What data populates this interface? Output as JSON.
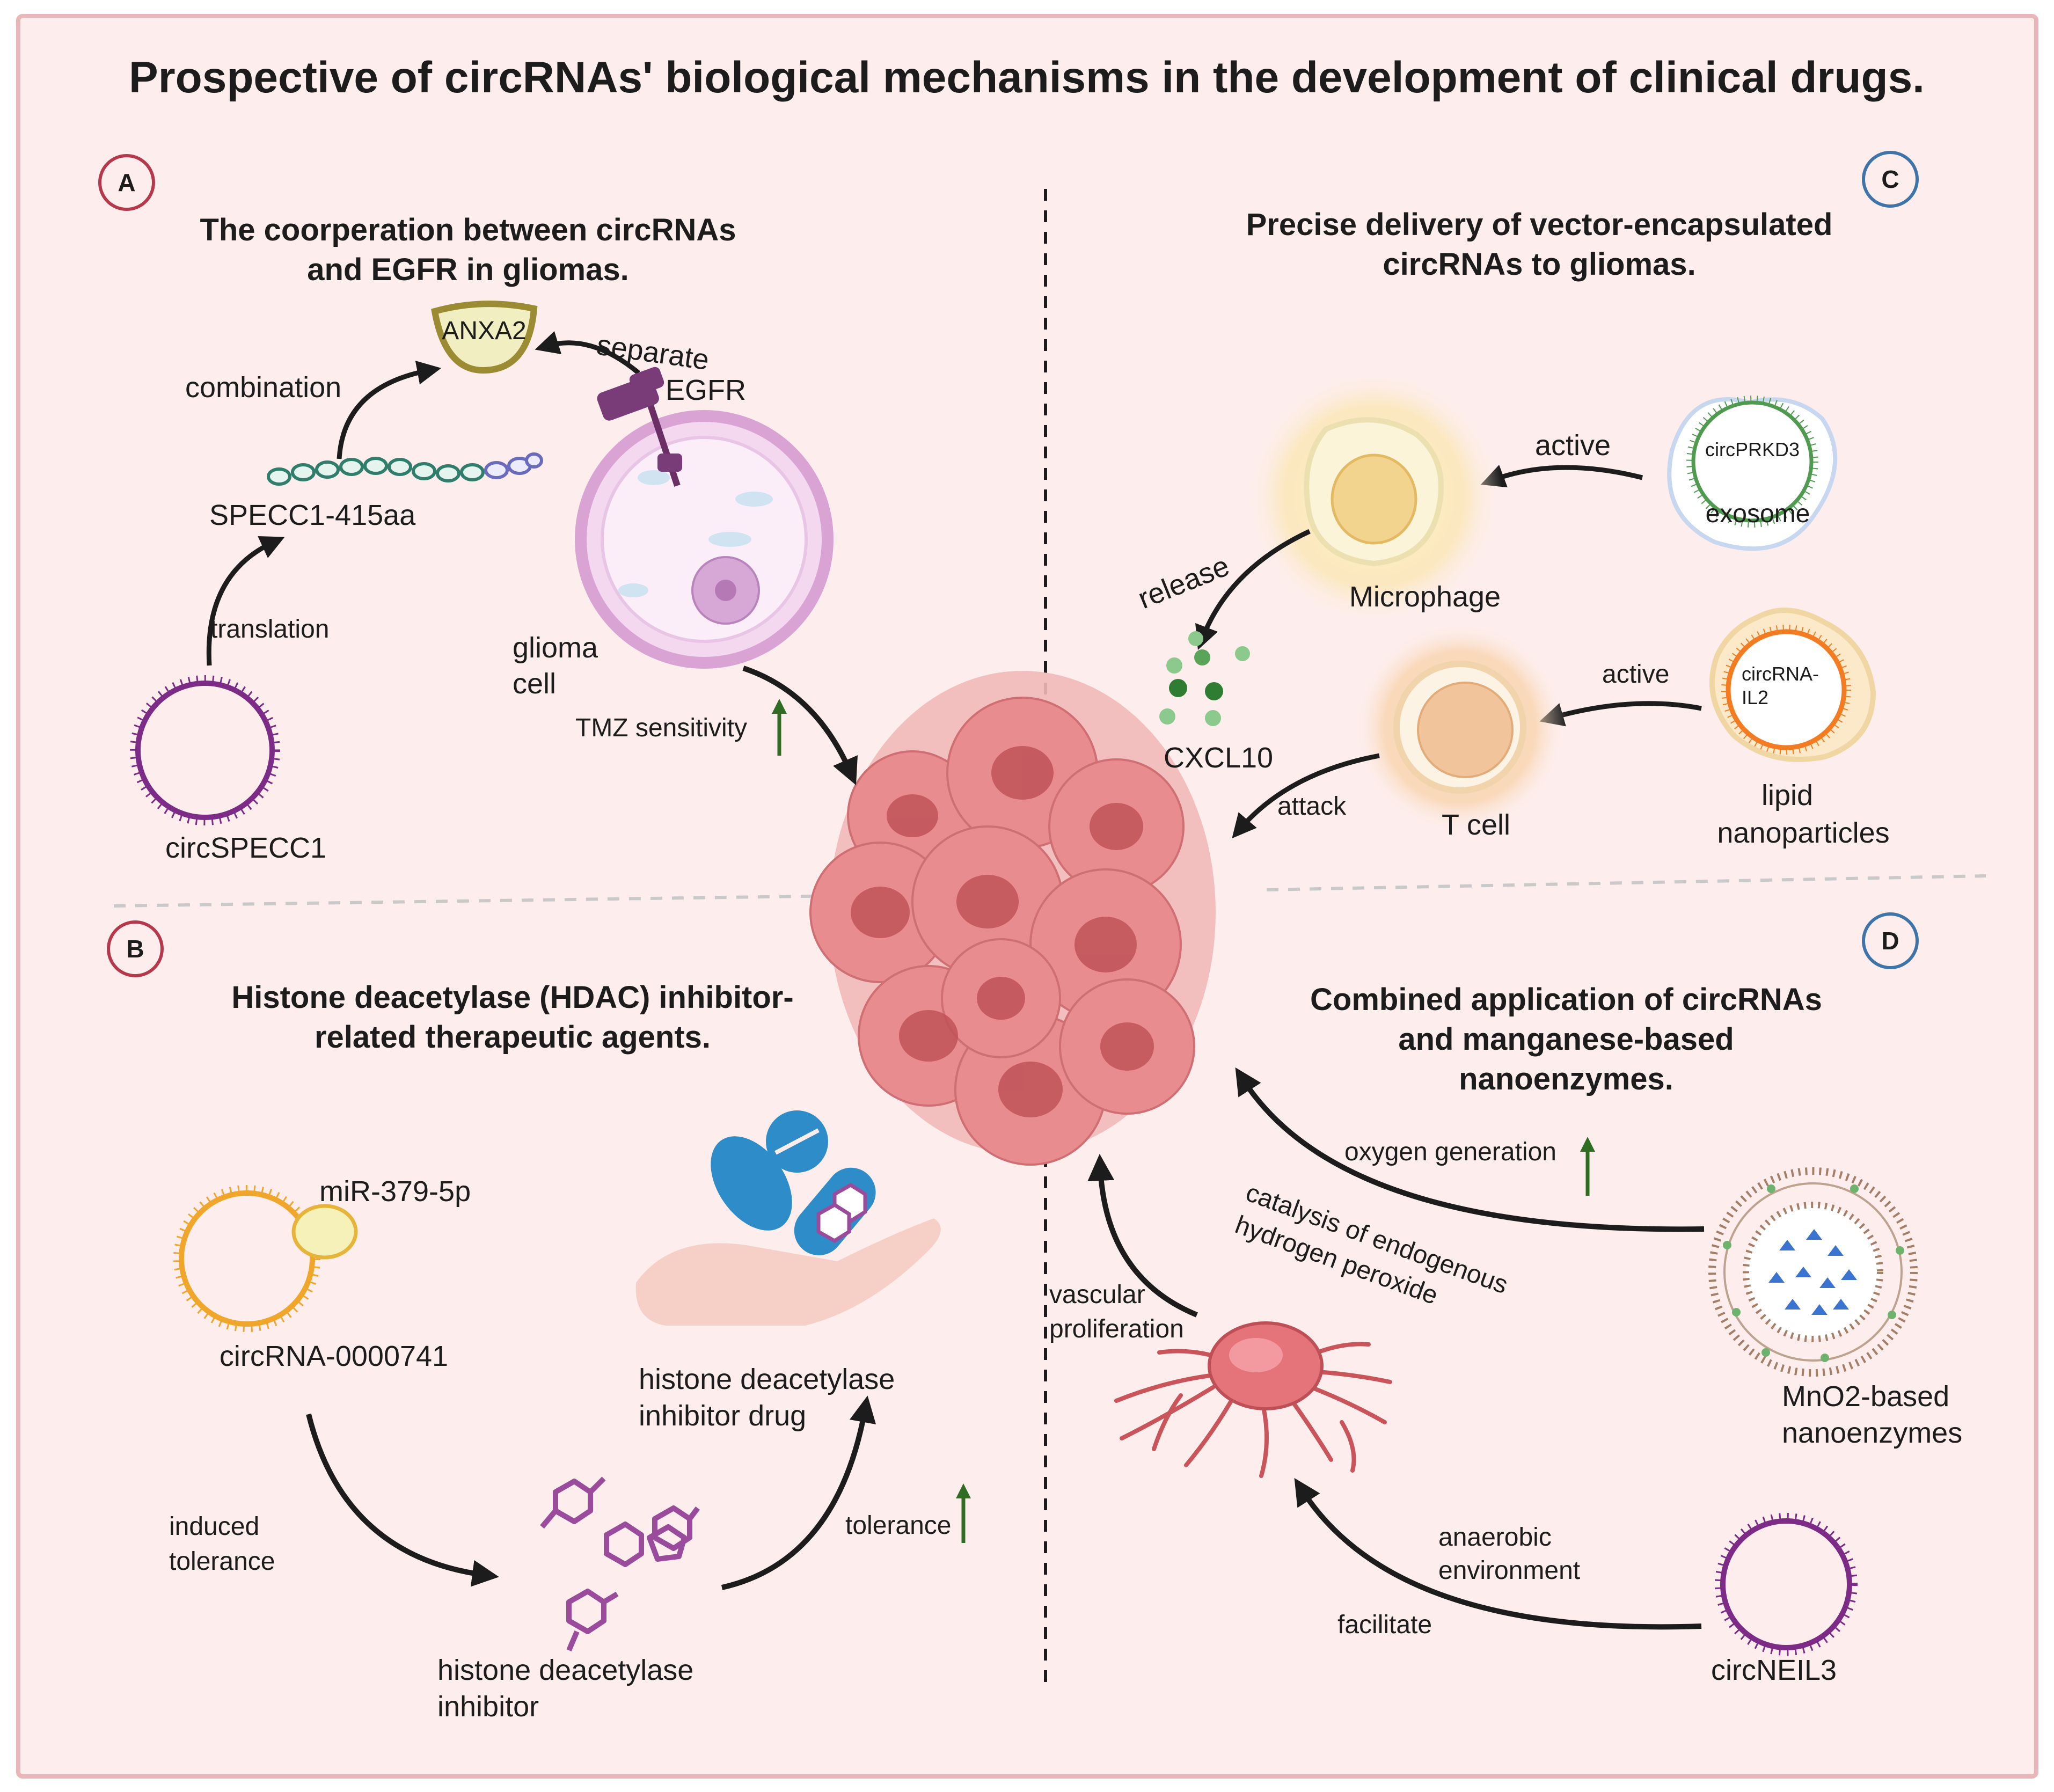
{
  "title": "Prospective of circRNAs' biological mechanisms in the development of clinical drugs.",
  "panels": {
    "A": {
      "badge": "A",
      "title_line1": "The coorperation between circRNAs",
      "title_line2": "and EGFR in gliomas.",
      "anxa2": "ANXA2",
      "separate": "separate",
      "egfr": "EGFR",
      "combination": "combination",
      "specc1_415aa": "SPECC1-415aa",
      "translation": "translation",
      "circspecc1": "circSPECC1",
      "glioma_line1": "glioma",
      "glioma_line2": "cell",
      "tmz": "TMZ sensitivity"
    },
    "B": {
      "badge": "B",
      "title_line1": "Histone deacetylase (HDAC) inhibitor-",
      "title_line2": "related therapeutic agents.",
      "mir": "miR-379-5p",
      "circrna": "circRNA-0000741",
      "induced_line1": "induced",
      "induced_line2": "tolerance",
      "hdi_line1": "histone deacetylase",
      "hdi_line2": "inhibitor",
      "drug_line1": "histone deacetylase",
      "drug_line2": "inhibitor drug",
      "tolerance": "tolerance"
    },
    "C": {
      "badge": "C",
      "title_line1": "Precise delivery of vector-encapsulated",
      "title_line2": "circRNAs to gliomas.",
      "active1": "active",
      "circprkd3": "circPRKD3",
      "exosome": "exosome",
      "release": "release",
      "microphage": "Microphage",
      "cxcl10": "CXCL10",
      "active2": "active",
      "circrna_il2_line1": "circRNA-",
      "circrna_il2_line2": "IL2",
      "attack": "attack",
      "tcell": "T cell",
      "lipid_line1": "lipid",
      "lipid_line2": "nanoparticles"
    },
    "D": {
      "badge": "D",
      "title_line1": "Combined application of circRNAs",
      "title_line2": "and manganese-based",
      "title_line3": "nanoenzymes.",
      "oxygen": "oxygen generation",
      "catalysis_line1": "catalysis of endogenous",
      "catalysis_line2": "hydrogen peroxide",
      "vascular_line1": "vascular",
      "vascular_line2": "proliferation",
      "mno2_line1": "MnO2-based",
      "mno2_line2": "nanoenzymes",
      "anaerobic_line1": "anaerobic",
      "anaerobic_line2": "environment",
      "facilitate": "facilitate",
      "circneil3": "circNEIL3"
    }
  },
  "colors": {
    "background": "#fdeeed",
    "frame": "#e9b6ba",
    "badge_ab": "#b5394b",
    "badge_cd": "#3e74a8",
    "tumor": "#e07e82",
    "tumor_nucleus": "#bf5258",
    "circ_purple": "#7c2c86",
    "up_arrow": "#2f6d22",
    "pill_blue": "#2e8dc9"
  }
}
